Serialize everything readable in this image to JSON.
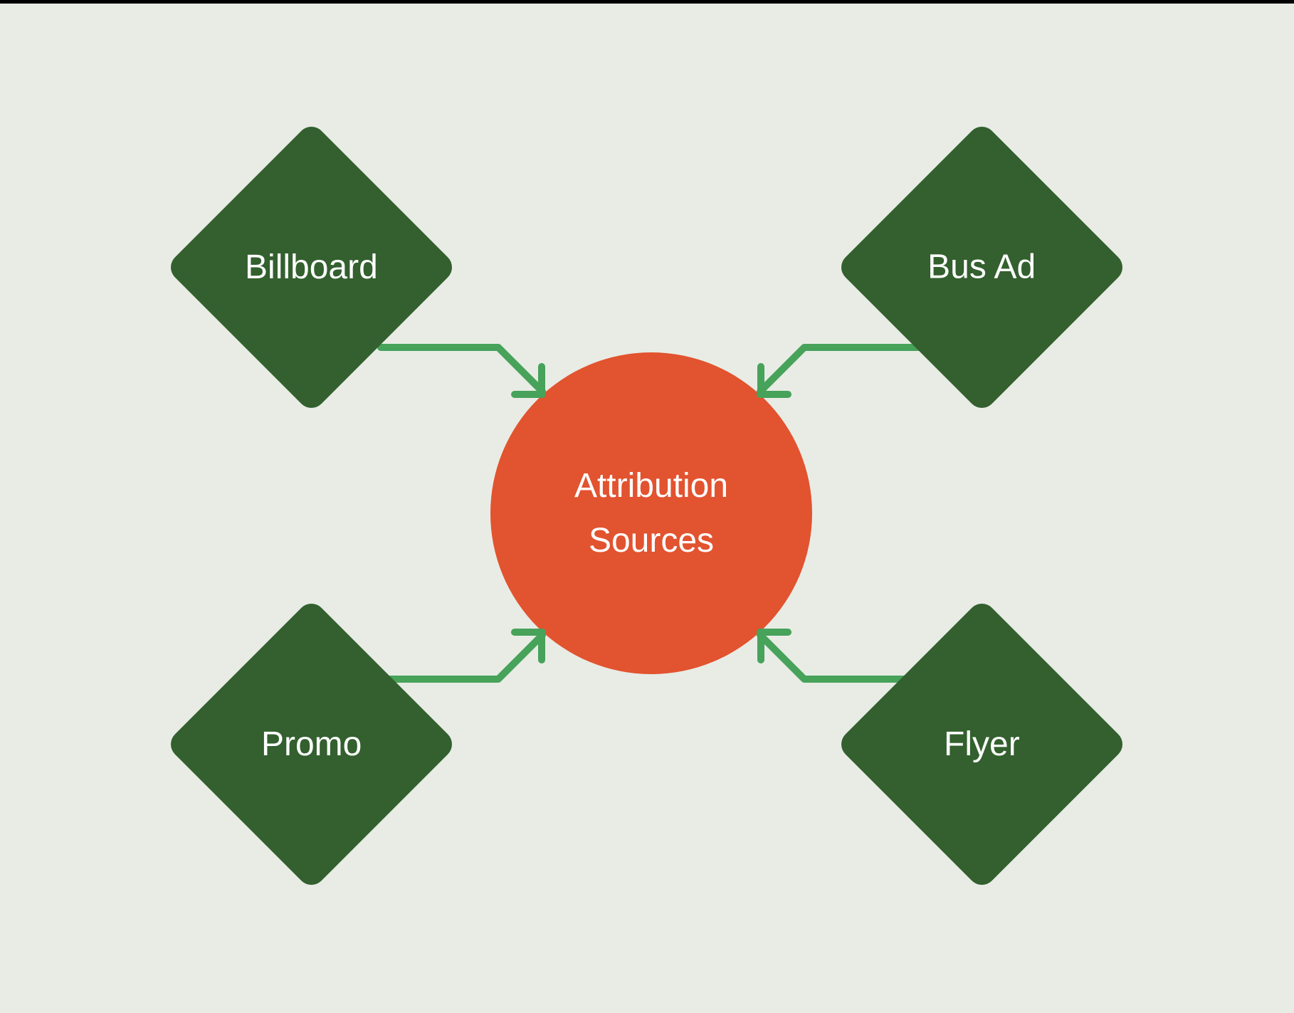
{
  "theme": {
    "background": "#e8ece5",
    "node_green": "#33602e",
    "arrow_green": "#47a25a",
    "center_orange": "#e2532f",
    "label_white": "#ffffff",
    "bar_black": "#000000"
  },
  "center": {
    "label_line1": "Attribution",
    "label_line2": "Sources"
  },
  "nodes": [
    {
      "id": "billboard",
      "label": "Billboard"
    },
    {
      "id": "bus-ad",
      "label": "Bus Ad"
    },
    {
      "id": "promo",
      "label": "Promo"
    },
    {
      "id": "flyer",
      "label": "Flyer"
    }
  ],
  "edges": [
    {
      "from": "Billboard",
      "to": "Attribution Sources"
    },
    {
      "from": "Bus Ad",
      "to": "Attribution Sources"
    },
    {
      "from": "Promo",
      "to": "Attribution Sources"
    },
    {
      "from": "Flyer",
      "to": "Attribution Sources"
    }
  ]
}
